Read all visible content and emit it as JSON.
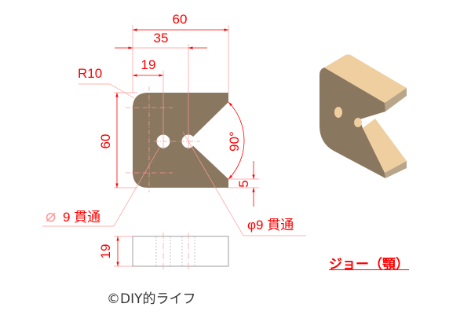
{
  "drawing": {
    "dimensions": {
      "overall_width": "60",
      "hole2_offset": "35",
      "hole1_offset": "19",
      "corner_radius": "R10",
      "height": "60",
      "notch_angle": "90°",
      "notch_edge": "5",
      "thickness": "19"
    },
    "hole1_note": "9 貫通",
    "hole1_symbol": "⌀",
    "hole2_note": "φ9 貫通",
    "title": "ジョー（顎）",
    "credit": "©DIY的ライフ"
  },
  "colors": {
    "dimension": "#ff0000",
    "wood_dark": "#8a7760",
    "wood_light": "#efcfa0"
  }
}
